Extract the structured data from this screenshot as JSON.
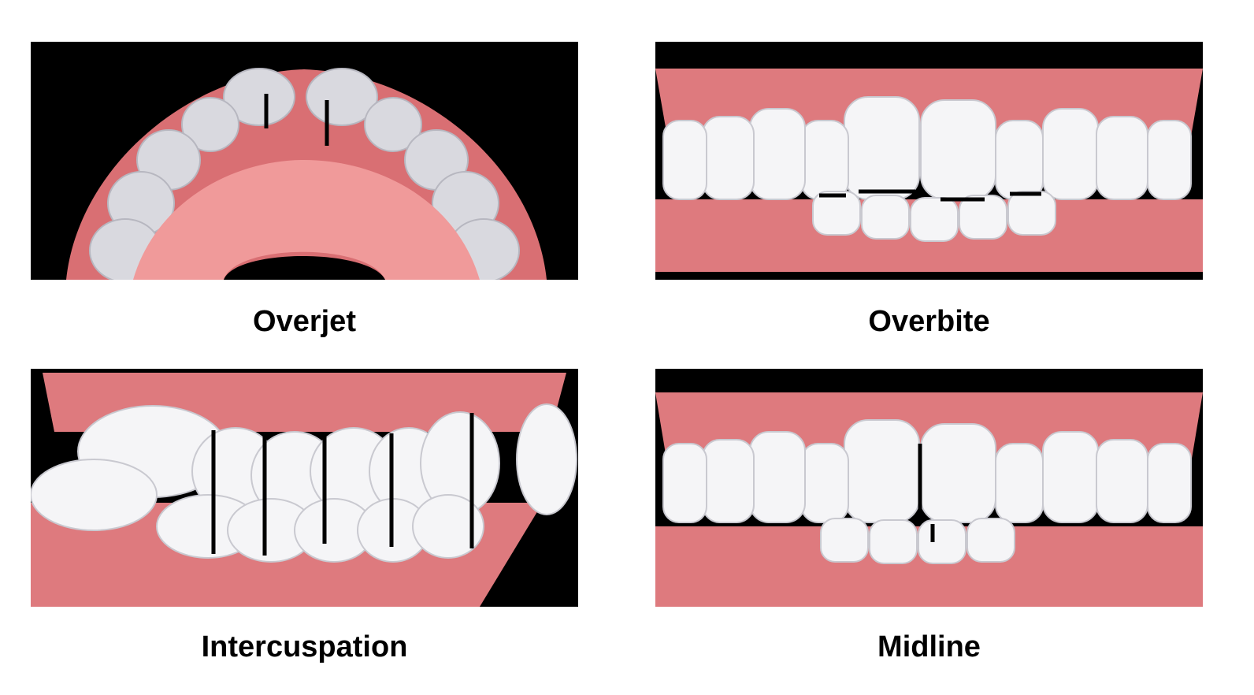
{
  "panels": [
    {
      "id": "overjet",
      "caption": "Overjet"
    },
    {
      "id": "overbite",
      "caption": "Overbite"
    },
    {
      "id": "intercuspation",
      "caption": "Intercuspation"
    },
    {
      "id": "midline",
      "caption": "Midline"
    }
  ],
  "colors": {
    "background": "#ffffff",
    "panel_background": "#000000",
    "gum": "#e07b7b",
    "gum_highlight": "#f2a3a3",
    "tooth": "#f3f3f5",
    "tooth_shadow": "#c9c9d0",
    "marker": "#000000"
  }
}
